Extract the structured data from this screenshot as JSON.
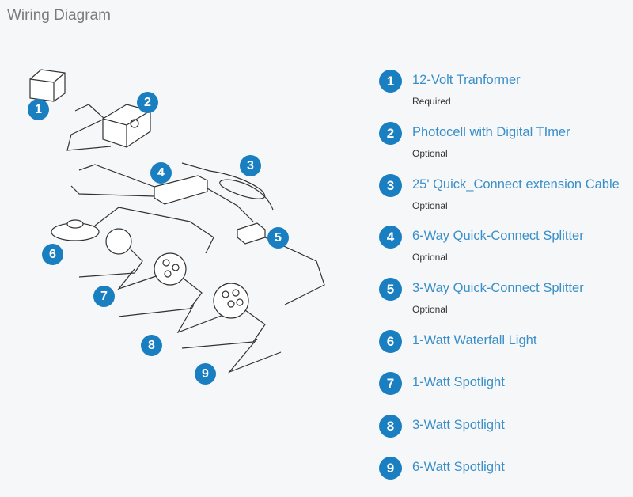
{
  "header": {
    "title": "Wiring Diagram"
  },
  "colors": {
    "accent": "#1a7fc1",
    "link": "#3a8fc8"
  },
  "items": [
    {
      "num": "1",
      "name": "12-Volt Tranformer",
      "note": "Required"
    },
    {
      "num": "2",
      "name": "Photocell with Digital TImer",
      "note": "Optional"
    },
    {
      "num": "3",
      "name": "25' Quick_Connect extension Cable",
      "note": "Optional"
    },
    {
      "num": "4",
      "name": "6-Way Quick-Connect Splitter",
      "note": "Optional"
    },
    {
      "num": "5",
      "name": "3-Way Quick-Connect Splitter",
      "note": "Optional"
    },
    {
      "num": "6",
      "name": "1-Watt Waterfall Light"
    },
    {
      "num": "7",
      "name": "1-Watt Spotlight"
    },
    {
      "num": "8",
      "name": "3-Watt Spotlight"
    },
    {
      "num": "9",
      "name": "6-Watt Spotlight"
    }
  ]
}
